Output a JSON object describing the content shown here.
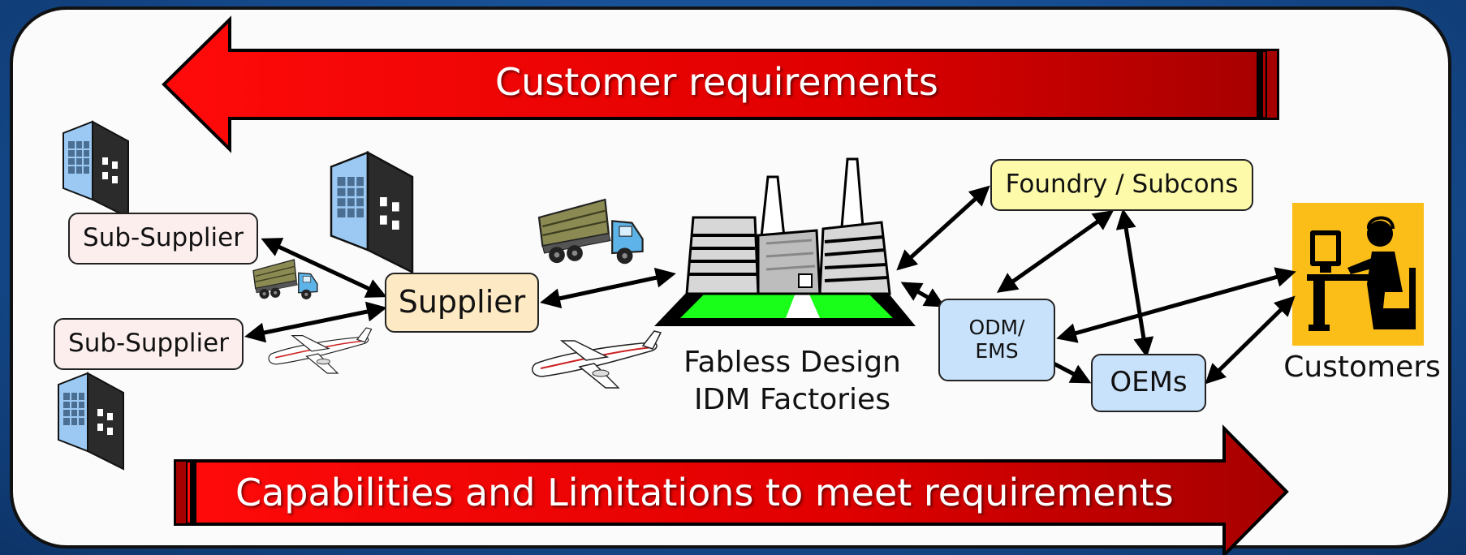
{
  "top_arrow": {
    "label": "Customer requirements",
    "color": "#e8000a"
  },
  "bottom_arrow": {
    "label": "Capabilities and Limitations to meet requirements",
    "color": "#e8000a"
  },
  "nodes": {
    "sub_supplier_1": "Sub-Supplier",
    "sub_supplier_2": "Sub-Supplier",
    "supplier": "Supplier",
    "fab": {
      "line1": "Fabless Design",
      "line2": "IDM Factories"
    },
    "foundry": "Foundry / Subcons",
    "odm": {
      "line1": "ODM/",
      "line2": "EMS"
    },
    "oems": "OEMs",
    "customers": "Customers"
  },
  "icons": [
    "office-building-icon",
    "cargo-truck-icon",
    "airplane-icon",
    "factory-icon",
    "customer-service-icon"
  ],
  "colors": {
    "background": "#154b8e",
    "panel": "#fbfbfb",
    "customers_tile": "#fbbd18"
  }
}
